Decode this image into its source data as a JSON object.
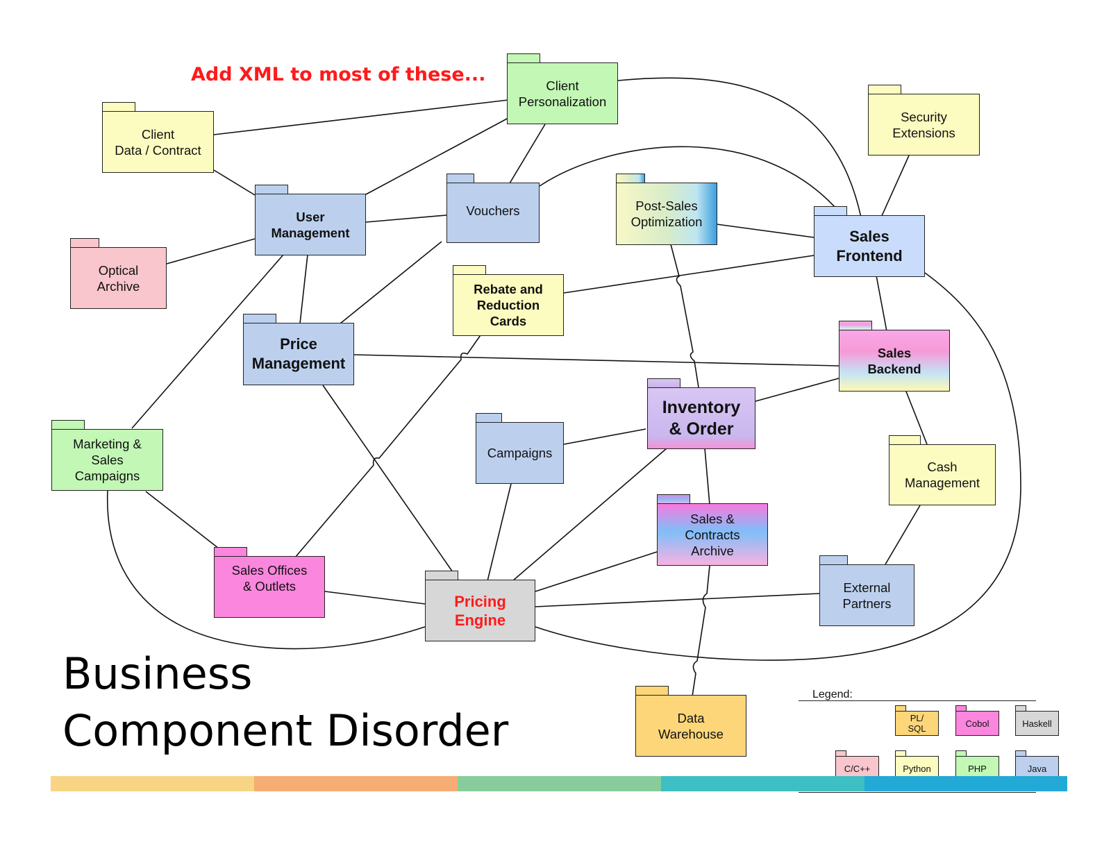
{
  "note": "Add XML to most of these...",
  "title_line1": "Business",
  "title_line2": "Component Disorder",
  "components": {
    "client_personalization": "Client\nPersonalization",
    "client_data": "Client\nData / Contract",
    "security_extensions": "Security\nExtensions",
    "user_management": "User\nManagement",
    "vouchers": "Vouchers",
    "post_sales": "Post-Sales\nOptimization",
    "sales_frontend": "Sales\nFrontend",
    "optical_archive": "Optical\nArchive",
    "rebate_cards": "Rebate and\nReduction\nCards",
    "price_management": "Price\nManagement",
    "sales_backend": "Sales\nBackend",
    "inventory_order": "Inventory\n& Order",
    "marketing_campaigns": "Marketing &\nSales\nCampaigns",
    "campaigns": "Campaigns",
    "cash_management": "Cash\nManagement",
    "sales_contracts_archive": "Sales &\nContracts\nArchive",
    "sales_offices": "Sales Offices\n& Outlets",
    "pricing_engine": "Pricing\nEngine",
    "external_partners": "External\nPartners",
    "data_warehouse": "Data\nWarehouse"
  },
  "legend": {
    "label": "Legend:",
    "items": [
      "PL/\nSQL",
      "Cobol",
      "Haskell",
      "C/C++",
      "Python",
      "PHP",
      "Java"
    ]
  },
  "colors": {
    "note": "#ff1a1a",
    "python": "#fdfcc0",
    "java": "#bcd0ee",
    "php": "#c2f7b5",
    "cpp": "#f8c6cc",
    "cobol": "#fb86dd",
    "haskell": "#d7d7d7",
    "plsql": "#fed67a",
    "stripe": [
      "#f8d584",
      "#f5ad73",
      "#88cc9c",
      "#3dbfc4",
      "#22a9d6"
    ]
  }
}
